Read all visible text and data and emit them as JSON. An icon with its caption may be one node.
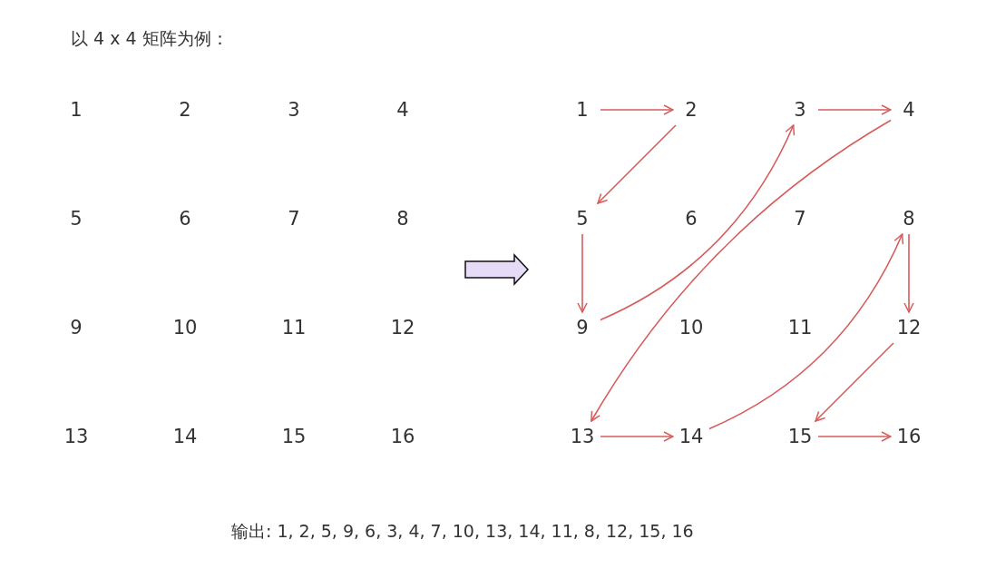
{
  "diagram": {
    "title": "以 4 x 4 矩阵为例：",
    "nodes": [
      {
        "text": [
          "1"
        ]
      },
      {
        "text": [
          "2"
        ]
      },
      {
        "text": [
          "3"
        ]
      },
      {
        "text": [
          "4"
        ]
      },
      {
        "text": [
          "5"
        ]
      },
      {
        "text": [
          "6"
        ]
      },
      {
        "text": [
          "7"
        ]
      },
      {
        "text": [
          "8"
        ]
      },
      {
        "text": [
          "9"
        ]
      },
      {
        "text": [
          "10"
        ]
      },
      {
        "text": [
          "11"
        ]
      },
      {
        "text": [
          "12"
        ]
      },
      {
        "text": [
          "13"
        ]
      },
      {
        "text": [
          "14"
        ]
      },
      {
        "text": [
          "15"
        ]
      },
      {
        "text": [
          "16"
        ]
      }
    ],
    "edges": [
      {
        "from": 0,
        "to": 1,
        "arrow": "to"
      },
      {
        "from": 1,
        "to": 4,
        "arrow": "to"
      },
      {
        "from": 4,
        "to": 8,
        "arrow": "to"
      },
      {
        "from": 8,
        "to": 2,
        "arrow": "to"
      },
      {
        "from": 2,
        "to": 3,
        "arrow": "to"
      },
      {
        "from": 3,
        "to": 12,
        "arrow": "to"
      },
      {
        "from": 12,
        "to": 13,
        "arrow": "to"
      },
      {
        "from": 13,
        "to": 7,
        "arrow": "to"
      },
      {
        "from": 7,
        "to": 11,
        "arrow": "to"
      },
      {
        "from": 11,
        "to": 14,
        "arrow": "to"
      },
      {
        "from": 14,
        "to": 15,
        "arrow": "to"
      }
    ],
    "labels": [
      "1",
      "2",
      "3",
      "4",
      "5",
      "6",
      "7",
      "8",
      "9",
      "10",
      "11",
      "12",
      "13",
      "14",
      "15",
      "16",
      "输出: 1, 2, 5, 9, 6, 3, 4, 7, 10, 13, 14, 11, 8, 12, 15, 16"
    ]
  }
}
